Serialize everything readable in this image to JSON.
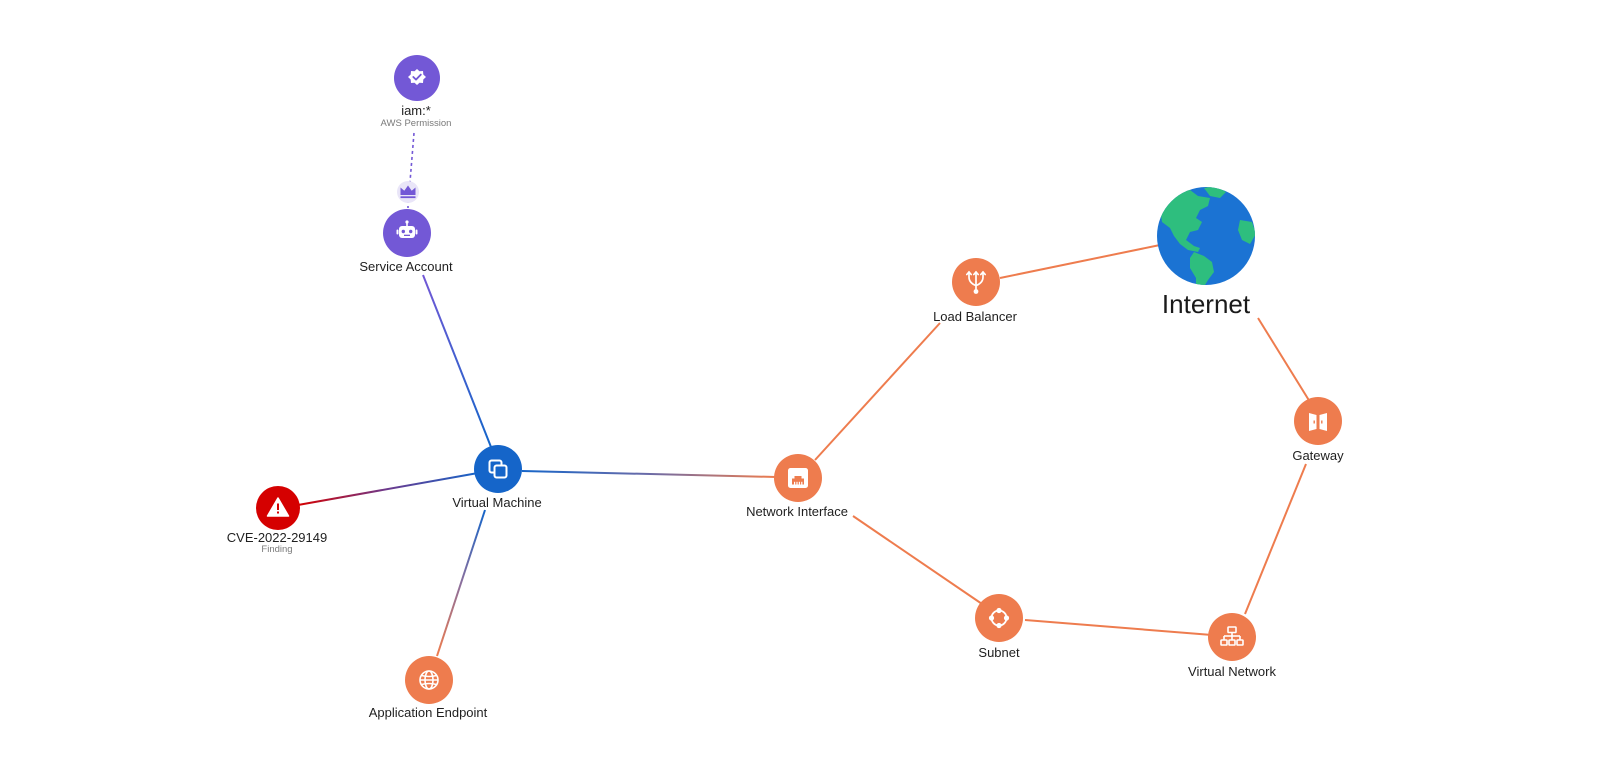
{
  "colors": {
    "orange": "#EE7C4E",
    "purple": "#7358D6",
    "blue": "#1565C9",
    "red": "#D50000",
    "globe_ocean": "#1B73D3",
    "globe_land": "#2EBE7E"
  },
  "nodes": {
    "iam": {
      "label": "iam:*",
      "sublabel": "AWS Permission",
      "icon": "verified-badge-icon"
    },
    "service_account": {
      "label": "Service Account",
      "icon": "robot-icon"
    },
    "privilege": {
      "icon": "crown-icon"
    },
    "virtual_machine": {
      "label": "Virtual Machine",
      "icon": "copy-windows-icon"
    },
    "cve": {
      "label": "CVE-2022-29149",
      "sublabel": "Finding",
      "icon": "warning-icon"
    },
    "app_endpoint": {
      "label": "Application Endpoint",
      "icon": "globe-grid-icon"
    },
    "network_interface": {
      "label": "Network Interface",
      "icon": "ethernet-port-icon"
    },
    "load_balancer": {
      "label": "Load Balancer",
      "icon": "fork-icon"
    },
    "internet": {
      "label": "Internet",
      "icon": "earth-globe-icon"
    },
    "gateway": {
      "label": "Gateway",
      "icon": "gate-icon"
    },
    "subnet": {
      "label": "Subnet",
      "icon": "subnet-ring-icon"
    },
    "virtual_network": {
      "label": "Virtual Network",
      "icon": "network-tree-icon"
    }
  }
}
